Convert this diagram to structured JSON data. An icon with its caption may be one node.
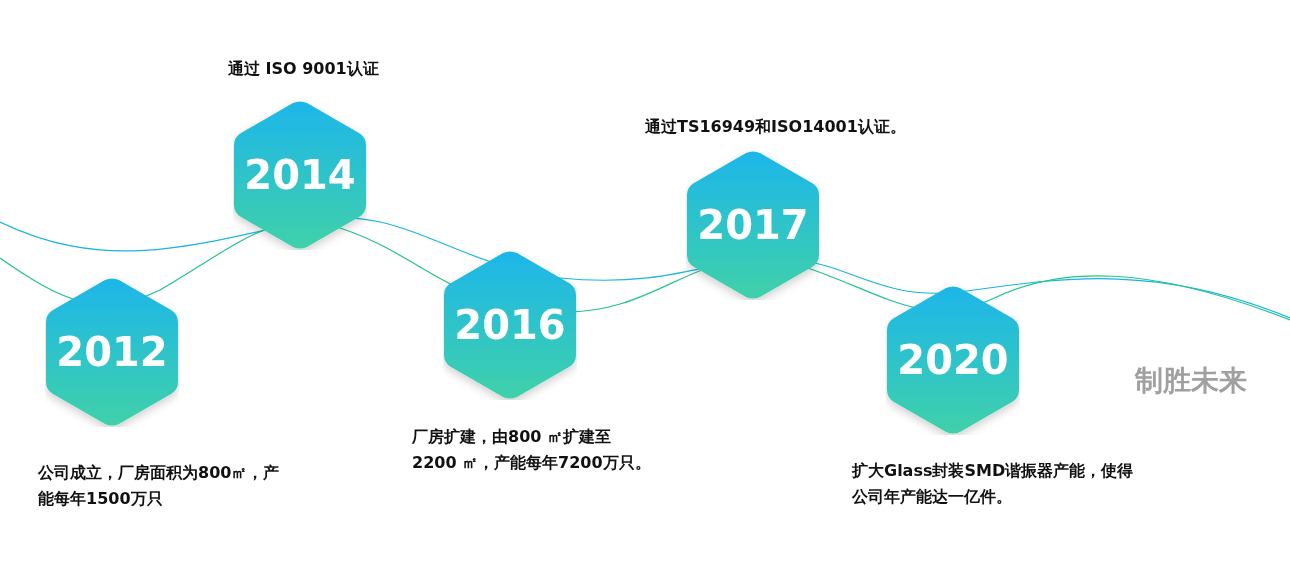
{
  "diagram": {
    "nodes": [
      {
        "text": [
          "2012"
        ],
        "beside": [
          "公司成立，厂房面积为800㎡，产能每年1500万只"
        ]
      },
      {
        "text": [
          "2014"
        ],
        "beside": [
          "通过 ISO 9001认证"
        ]
      },
      {
        "text": [
          "2016"
        ],
        "beside": [
          "厂房扩建，由800 ㎡扩建至2200 ㎡，产能每年7200万只。"
        ]
      },
      {
        "text": [
          "2017"
        ],
        "beside": [
          "通过TS16949和ISO14001认证。"
        ]
      },
      {
        "text": [
          "2020"
        ],
        "beside": [
          "扩大Glass封装SMD谐振器产能，使得公司年产能达一亿件。"
        ]
      }
    ],
    "labels": [
      "制胜未来"
    ]
  }
}
